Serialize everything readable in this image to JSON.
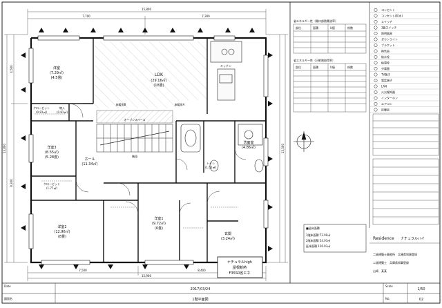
{
  "dimensions": {
    "top_total": "15,800",
    "top_left": "7,700",
    "top_right": "7,300",
    "bottom_total": "15,900",
    "bottom_left": "7,500",
    "bottom_right": "8,400",
    "left_total": "13,800",
    "left_upper": "4,500",
    "left_lower": "9,300",
    "right_total": "13,500"
  },
  "rooms": {
    "western1": {
      "name": "洋室",
      "area": "(7.29㎡)",
      "tatami": "(4.5畳)"
    },
    "ldk": {
      "name": "LDK",
      "area": "(29.16㎡)",
      "tatami": "(18畳)"
    },
    "western3": {
      "name": "洋室3",
      "area": "(8.55㎡)",
      "tatami": "(5.28畳)"
    },
    "hall": {
      "name": "ホール",
      "area": "(11.34㎡)"
    },
    "western2": {
      "name": "洋室2",
      "area": "(12.96㎡)",
      "tatami": "(8畳)"
    },
    "western4": {
      "name": "洋室1",
      "area": "(9.72㎡)",
      "tatami": "(6畳)"
    },
    "entrance": {
      "name": "玄関",
      "area": "(3.24㎡)"
    },
    "bath": {
      "name": "洗面室",
      "area": "(4.86㎡)"
    },
    "wc": {
      "name": "トイレ",
      "area": "(1.62㎡)"
    },
    "closet1": {
      "name": "クローゼット",
      "area": "(0.81㎡)"
    },
    "closet2": {
      "name": "クローゼット",
      "area": "(1.77㎡)"
    },
    "storage": {
      "name": "物入",
      "area": "(0.81㎡)"
    }
  },
  "labels": {
    "floor_heat": "床暖房B",
    "floor_heat_a": "床暖房A",
    "open_stairs": "オープンスペース",
    "kitchen": "キッチン",
    "stairs": "階段"
  },
  "stamp": {
    "line1": "ナチュラルhigh",
    "line2": "屋根断熱",
    "line3": "F35SR省エネ"
  },
  "residence": "Residence",
  "residence_name": "ナチュラルハイ",
  "footer": {
    "date_label": "Date",
    "date": "2017/03/24",
    "scale_label": "Scale",
    "scale": "1/50",
    "drawing_label": "図面名",
    "drawing": "1階平面図",
    "sheet_no_label": "No.",
    "sheet_no": "02"
  },
  "company": {
    "line1": "二級建築士事務所　兵庫県知事登録",
    "line2": "二級建築士　兵庫県知事登録",
    "line3": "山崎　某某"
  },
  "info_box": {
    "title": "■延床面積",
    "rows": [
      "1階床面積  72.90㎡",
      "2階床面積  54.03㎡",
      "延床面積  126.93㎡"
    ]
  },
  "tables": {
    "table1_title": "省エネルギー性（開口部熱貫流率）",
    "table2_title": "省エネルギー性（日射熱取得率）",
    "headers": [
      "部位",
      "面積",
      "U値",
      "係数"
    ]
  },
  "legend_items": [
    "コンセント",
    "コンセント(防水)",
    "スイッチ",
    "3路スイッチ",
    "照明器具",
    "ダウンライト",
    "ブラケット",
    "換気扇",
    "給水栓",
    "給湯栓",
    "分電盤",
    "TV端子",
    "電話端子",
    "LAN",
    "火災報知器",
    "インターホン",
    "エアコン",
    "床暖房"
  ]
}
